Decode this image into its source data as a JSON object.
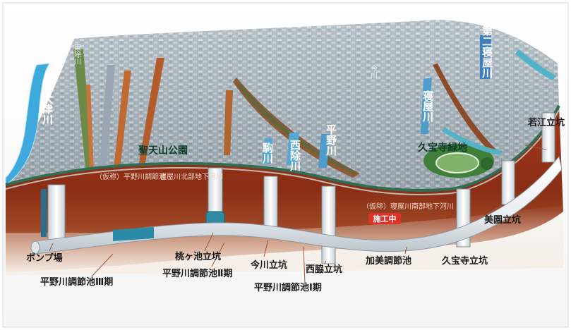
{
  "ground_labels": {
    "park": "聖天山公園",
    "stadium": "久宝寺緑地"
  },
  "rivers": {
    "otsu": "大津川",
    "dai2_neyagawa": "第二寝屋川",
    "hirano": "平野川",
    "imagawa": "今川",
    "komagawa": "駒川",
    "nishiyokebori": "西除川",
    "higashiyokebori": "東除川",
    "neyagawa": "寝屋川"
  },
  "shafts": {
    "pump": "ポンプ場",
    "momogaike": "桃ヶ池立坑",
    "imagawa": "今川立坑",
    "nishiwaki": "西脇立坑",
    "kami": "加美調節池",
    "kyuhoji": "久宝寺立坑",
    "mikuriya": "美園立坑",
    "wakae": "若江立坑"
  },
  "reservoirs": {
    "hirano_1": "平野川調節池Ⅰ期",
    "hirano_2": "平野川調節池Ⅱ期",
    "hirano_3": "平野川調節池Ⅲ期"
  },
  "underground_notes": {
    "a": "（仮称）平野川調節池",
    "b": "寝屋川北部地下河川",
    "c": "（仮称）寝屋川南部地下河川"
  },
  "construction_badge": "施工中",
  "colors": {
    "tunnel": "#f4f8fb",
    "soil": "#8e2f14",
    "river": "#3aa6d6",
    "badge": "#e0302a"
  }
}
